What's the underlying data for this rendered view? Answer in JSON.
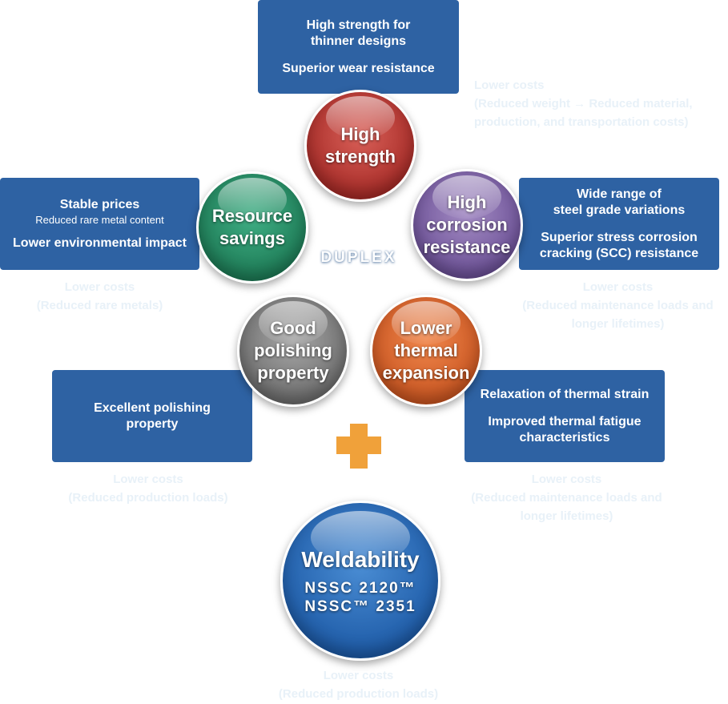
{
  "center_label": "DUPLEX",
  "circles": {
    "high_strength": [
      "High",
      "strength"
    ],
    "corrosion": [
      "High",
      "corrosion",
      "resistance"
    ],
    "resource": [
      "Resource",
      "savings"
    ],
    "polishing": [
      "Good",
      "polishing",
      "property"
    ],
    "thermal": [
      "Lower",
      "thermal",
      "expansion"
    ],
    "weldability": {
      "title": "Weldability",
      "lines": [
        "NSSC 2120™",
        "NSSC™ 2351"
      ]
    }
  },
  "boxes": {
    "top": [
      "High strength for",
      "thinner designs",
      "Superior wear resistance"
    ],
    "left": {
      "title": "Stable prices",
      "sub": "Reduced rare metal content",
      "line2": "Lower environmental impact"
    },
    "right": [
      "Wide range of",
      "steel grade variations",
      "Superior stress corrosion",
      "cracking (SCC) resistance"
    ],
    "bottom_left": [
      "Excellent polishing",
      "property"
    ],
    "bottom_right": [
      "Relaxation of thermal strain",
      "Improved thermal fatigue",
      "characteristics"
    ]
  },
  "notes": {
    "top_right": [
      "Lower costs",
      "(Reduced weight → Reduced material,",
      "production, and transportation costs)"
    ],
    "left": [
      "Lower costs",
      "(Reduced rare metals)"
    ],
    "right": [
      "Lower costs",
      "(Reduced maintenance loads and",
      "longer lifetimes)"
    ],
    "bottom_left": [
      "Lower costs",
      "(Reduced production loads)"
    ],
    "bottom_right": [
      "Lower costs",
      "(Reduced maintenance loads and",
      "longer lifetimes)"
    ],
    "bottom": [
      "Lower costs",
      "(Reduced production loads)"
    ]
  },
  "colors": {
    "box": "#2e62a3",
    "high_strength": "#b83a33",
    "corrosion": "#8a70b0",
    "resource": "#2a9068",
    "polishing": "#8a8a8a",
    "thermal": "#e06a30",
    "weldability": "#2a6cbc",
    "plus": "#f0a13a"
  }
}
